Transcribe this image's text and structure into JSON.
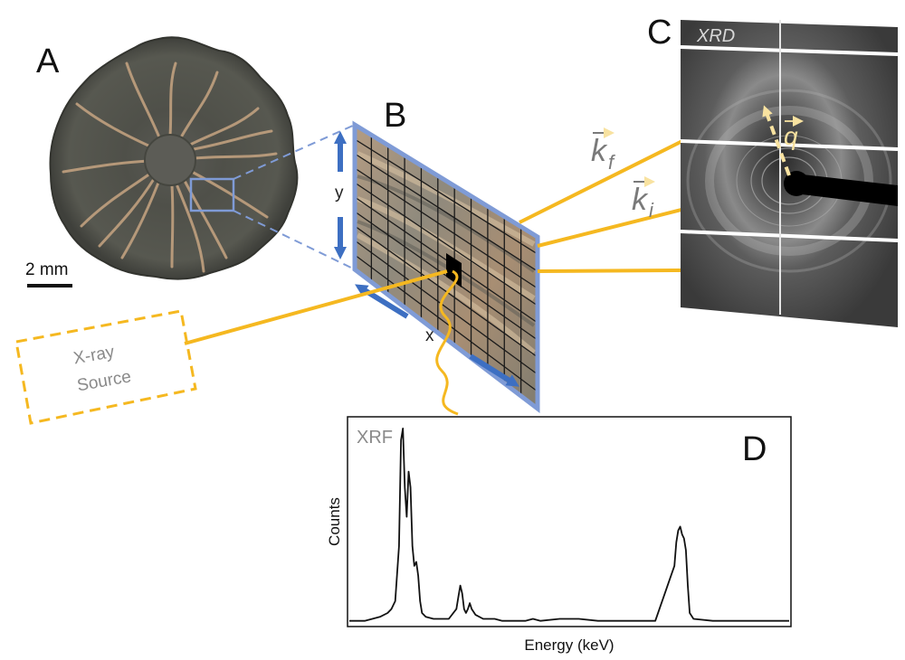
{
  "panels": {
    "a": {
      "letter": "A",
      "scale_bar": "2 mm"
    },
    "b": {
      "letter": "B",
      "axis_x": "x",
      "axis_y": "y"
    },
    "c": {
      "letter": "C",
      "label": "XRD"
    },
    "d": {
      "letter": "D",
      "label": "XRF"
    }
  },
  "source": {
    "line1": "X-ray",
    "line2": "Source"
  },
  "vectors": {
    "k_f": {
      "symbol": "k",
      "subscript": "f"
    },
    "k_i": {
      "symbol": "k",
      "subscript": "i"
    },
    "q": {
      "symbol": "q"
    }
  },
  "colors": {
    "beam": "#f5b820",
    "grid_frame": "#7f9bd6",
    "arrow_blue": "#3d6fc2",
    "q_vector": "#f8e2a0",
    "xrd_background": "#3a3a3a"
  },
  "chart_data": {
    "type": "line",
    "title": "",
    "xlabel": "Energy (keV)",
    "ylabel": "Counts",
    "label": "XRF",
    "series": [
      {
        "values_note_free": true,
        "x": [
          0,
          4,
          8,
          12,
          16,
          20,
          22,
          24,
          26,
          27,
          28,
          29,
          30,
          31,
          32,
          33,
          34,
          35,
          36,
          37,
          38,
          40,
          44,
          48,
          52,
          56,
          57,
          58,
          59,
          60,
          61,
          62,
          63,
          64,
          66,
          70,
          76,
          80,
          84,
          88,
          92,
          96,
          100,
          110,
          120,
          130,
          140,
          150,
          160,
          170,
          171,
          172,
          173,
          174,
          175,
          176,
          177,
          178,
          180,
          190,
          200,
          210,
          220,
          230
        ],
        "y": [
          2,
          2,
          2,
          3,
          4,
          6,
          8,
          12,
          40,
          94,
          100,
          70,
          55,
          78,
          70,
          40,
          30,
          32,
          25,
          12,
          6,
          4,
          3,
          3,
          3,
          8,
          14,
          20,
          16,
          8,
          6,
          8,
          11,
          8,
          5,
          3,
          3,
          2,
          2,
          2,
          2,
          3,
          2,
          3,
          3,
          2,
          2,
          2,
          2,
          30,
          42,
          48,
          50,
          46,
          44,
          38,
          20,
          6,
          3,
          2,
          2,
          2,
          2,
          2
        ]
      }
    ],
    "xlim": [
      0,
      230
    ],
    "ylim": [
      0,
      105
    ],
    "grid": false
  }
}
